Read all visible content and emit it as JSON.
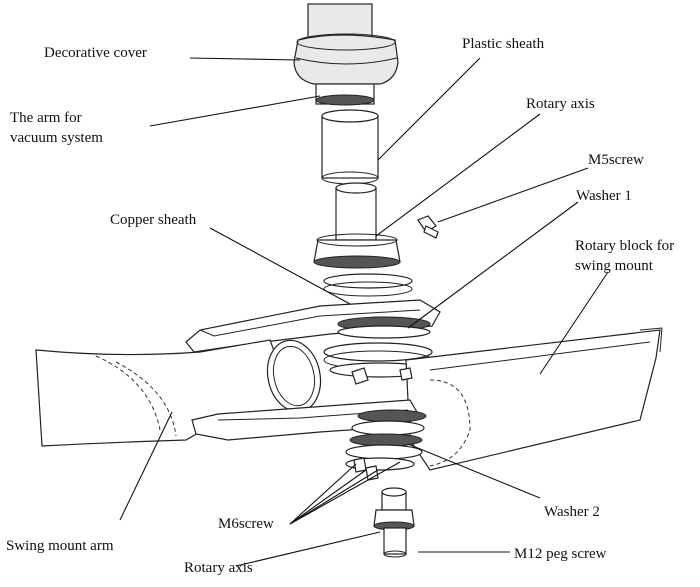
{
  "labels": {
    "decorative_cover": "Decorative cover",
    "plastic_sheath": "Plastic sheath",
    "rotary_axis_top": "Rotary axis",
    "arm_vacuum_1": "The arm for",
    "arm_vacuum_2": "vacuum system",
    "m5screw": "M5screw",
    "washer1": "Washer 1",
    "copper_sheath": "Copper sheath",
    "rotary_block_1": "Rotary block for",
    "rotary_block_2": "swing mount",
    "washer2": "Washer 2",
    "m6screw": "M6screw",
    "swing_mount_arm": "Swing mount arm",
    "rotary_axis_bottom": "Rotary axis",
    "m12_peg_screw": "M12 peg screw"
  }
}
